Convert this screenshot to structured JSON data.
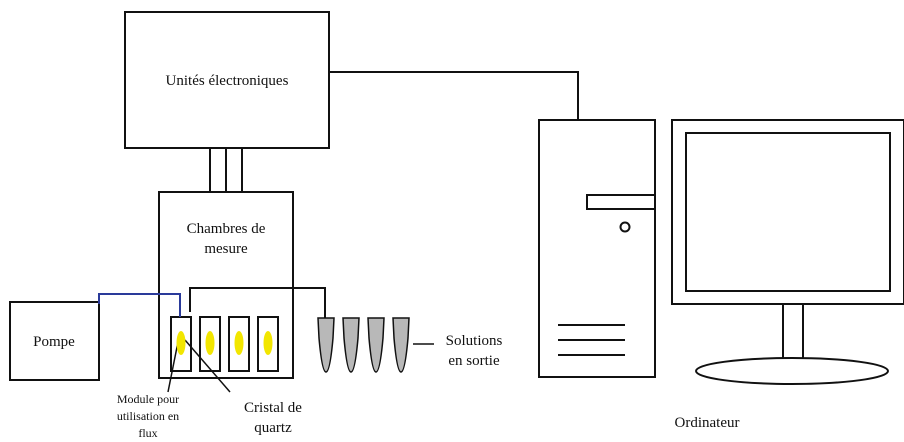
{
  "labels": {
    "electronics": "Unités électroniques",
    "chambers_line1": "Chambres de",
    "chambers_line2": "mesure",
    "pump": "Pompe",
    "solutions_line1": "Solutions",
    "solutions_line2": "en sortie",
    "module_line1": "Module pour",
    "module_line2": "utilisation en",
    "module_line3": "flux",
    "crystal_line1": "Cristal de",
    "crystal_line2": "quartz",
    "computer": "Ordinateur"
  },
  "colors": {
    "line": "#111111",
    "flow_tube": "#2a3a9a",
    "crystal": "#f2e600",
    "tube_fill": "#b8b8b8"
  }
}
